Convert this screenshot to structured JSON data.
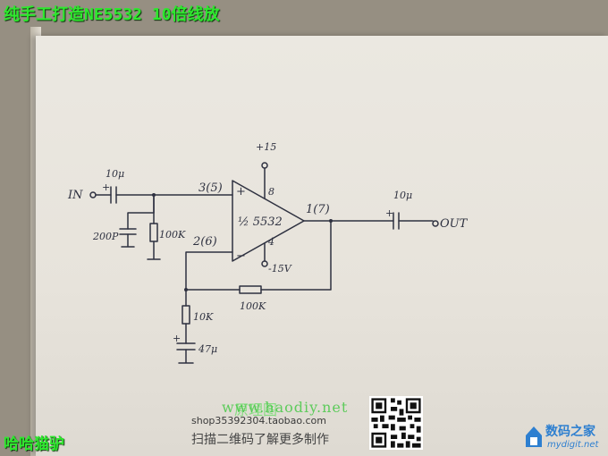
{
  "banner": {
    "title": "纯手工打造NE5532 10倍线放",
    "author": "哈哈猫驴"
  },
  "schematic": {
    "input_label": "IN",
    "input_cap": "10μ",
    "input_pin": "3(5)",
    "shunt_cap": "200P",
    "bias_res": "100K",
    "opamp_label": "½ 5532",
    "plus_sign": "+",
    "minus_sign": "−",
    "pos_supply": "+15",
    "pos_supply_pin": "8",
    "neg_supply": "-15V",
    "neg_supply_pin": "4",
    "inv_pin": "2(6)",
    "output_pin": "1(7)",
    "output_cap": "10μ",
    "output_label": "OUT",
    "feedback_res": "100K",
    "ground_res": "10K",
    "ground_cap": "47μ"
  },
  "watermark": {
    "url": "www.haodiy.net",
    "caption": "原理图",
    "shop": "shop35392304.taobao.com",
    "scan_text": "扫描二维码了解更多制作"
  },
  "site_logo": {
    "cn": "数码之家",
    "en": "mydigit.net"
  },
  "colors": {
    "ink": "#2e3140",
    "banner_green": "#2ee82e",
    "logo_blue": "#2d7fd0"
  }
}
